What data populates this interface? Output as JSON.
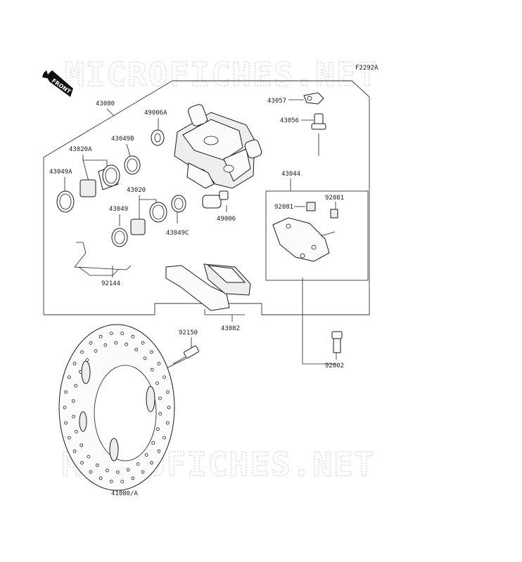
{
  "figure_code": "F2292A",
  "watermarks": {
    "top": "MICROFICHES.NET",
    "bottom": "MICROFICHES.NET"
  },
  "front_arrow": {
    "text": "FRONT",
    "icon": "front-arrow-icon"
  },
  "labels": {
    "p43080": "43080",
    "p49006A": "49006A",
    "p43049B": "43049B",
    "p43020A": "43020A",
    "p43049A": "43049A",
    "p43020": "43020",
    "p43049": "43049",
    "p43049C": "43049C",
    "p49006": "49006",
    "p92144": "92144",
    "p43057": "43057",
    "p43056": "43056",
    "p43044": "43044",
    "p92081a": "92081",
    "p92081b": "92081",
    "p43082": "43082",
    "p92150": "92150",
    "p92002": "92002",
    "p41080A": "41080/A"
  }
}
